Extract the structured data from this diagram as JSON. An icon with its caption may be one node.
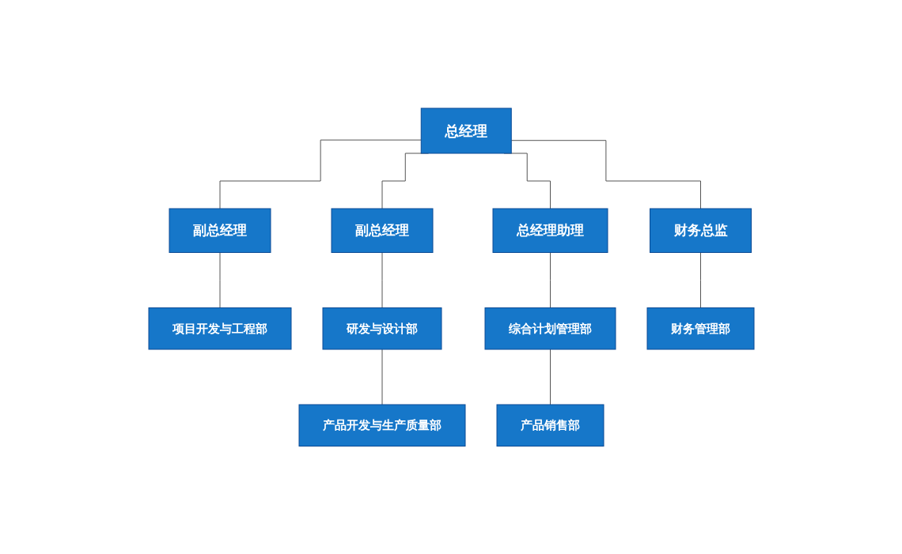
{
  "diagram": {
    "nodes": [
      {
        "text": [
          "总经理"
        ]
      },
      {
        "text": [
          "副总经理"
        ]
      },
      {
        "text": [
          "副总经理"
        ]
      },
      {
        "text": [
          "总经理助理"
        ]
      },
      {
        "text": [
          "财务总监"
        ]
      },
      {
        "text": [
          "项目开发与工程部"
        ]
      },
      {
        "text": [
          "研发与设计部"
        ]
      },
      {
        "text": [
          "综合计划管理部"
        ]
      },
      {
        "text": [
          "财务管理部"
        ]
      },
      {
        "text": [
          "产品开发与生产质量部"
        ]
      },
      {
        "text": [
          "产品销售部"
        ]
      }
    ],
    "edges": [
      {
        "from": 0,
        "to": 1,
        "arrow": "none"
      },
      {
        "from": 0,
        "to": 2,
        "arrow": "none"
      },
      {
        "from": 0,
        "to": 3,
        "arrow": "none"
      },
      {
        "from": 0,
        "to": 4,
        "arrow": "none"
      },
      {
        "from": 1,
        "to": 5,
        "arrow": "none"
      },
      {
        "from": 2,
        "to": 6,
        "arrow": "none"
      },
      {
        "from": 3,
        "to": 7,
        "arrow": "none"
      },
      {
        "from": 4,
        "to": 8,
        "arrow": "none"
      },
      {
        "from": 6,
        "to": 9,
        "arrow": "none"
      },
      {
        "from": 7,
        "to": 10,
        "arrow": "none"
      }
    ]
  }
}
